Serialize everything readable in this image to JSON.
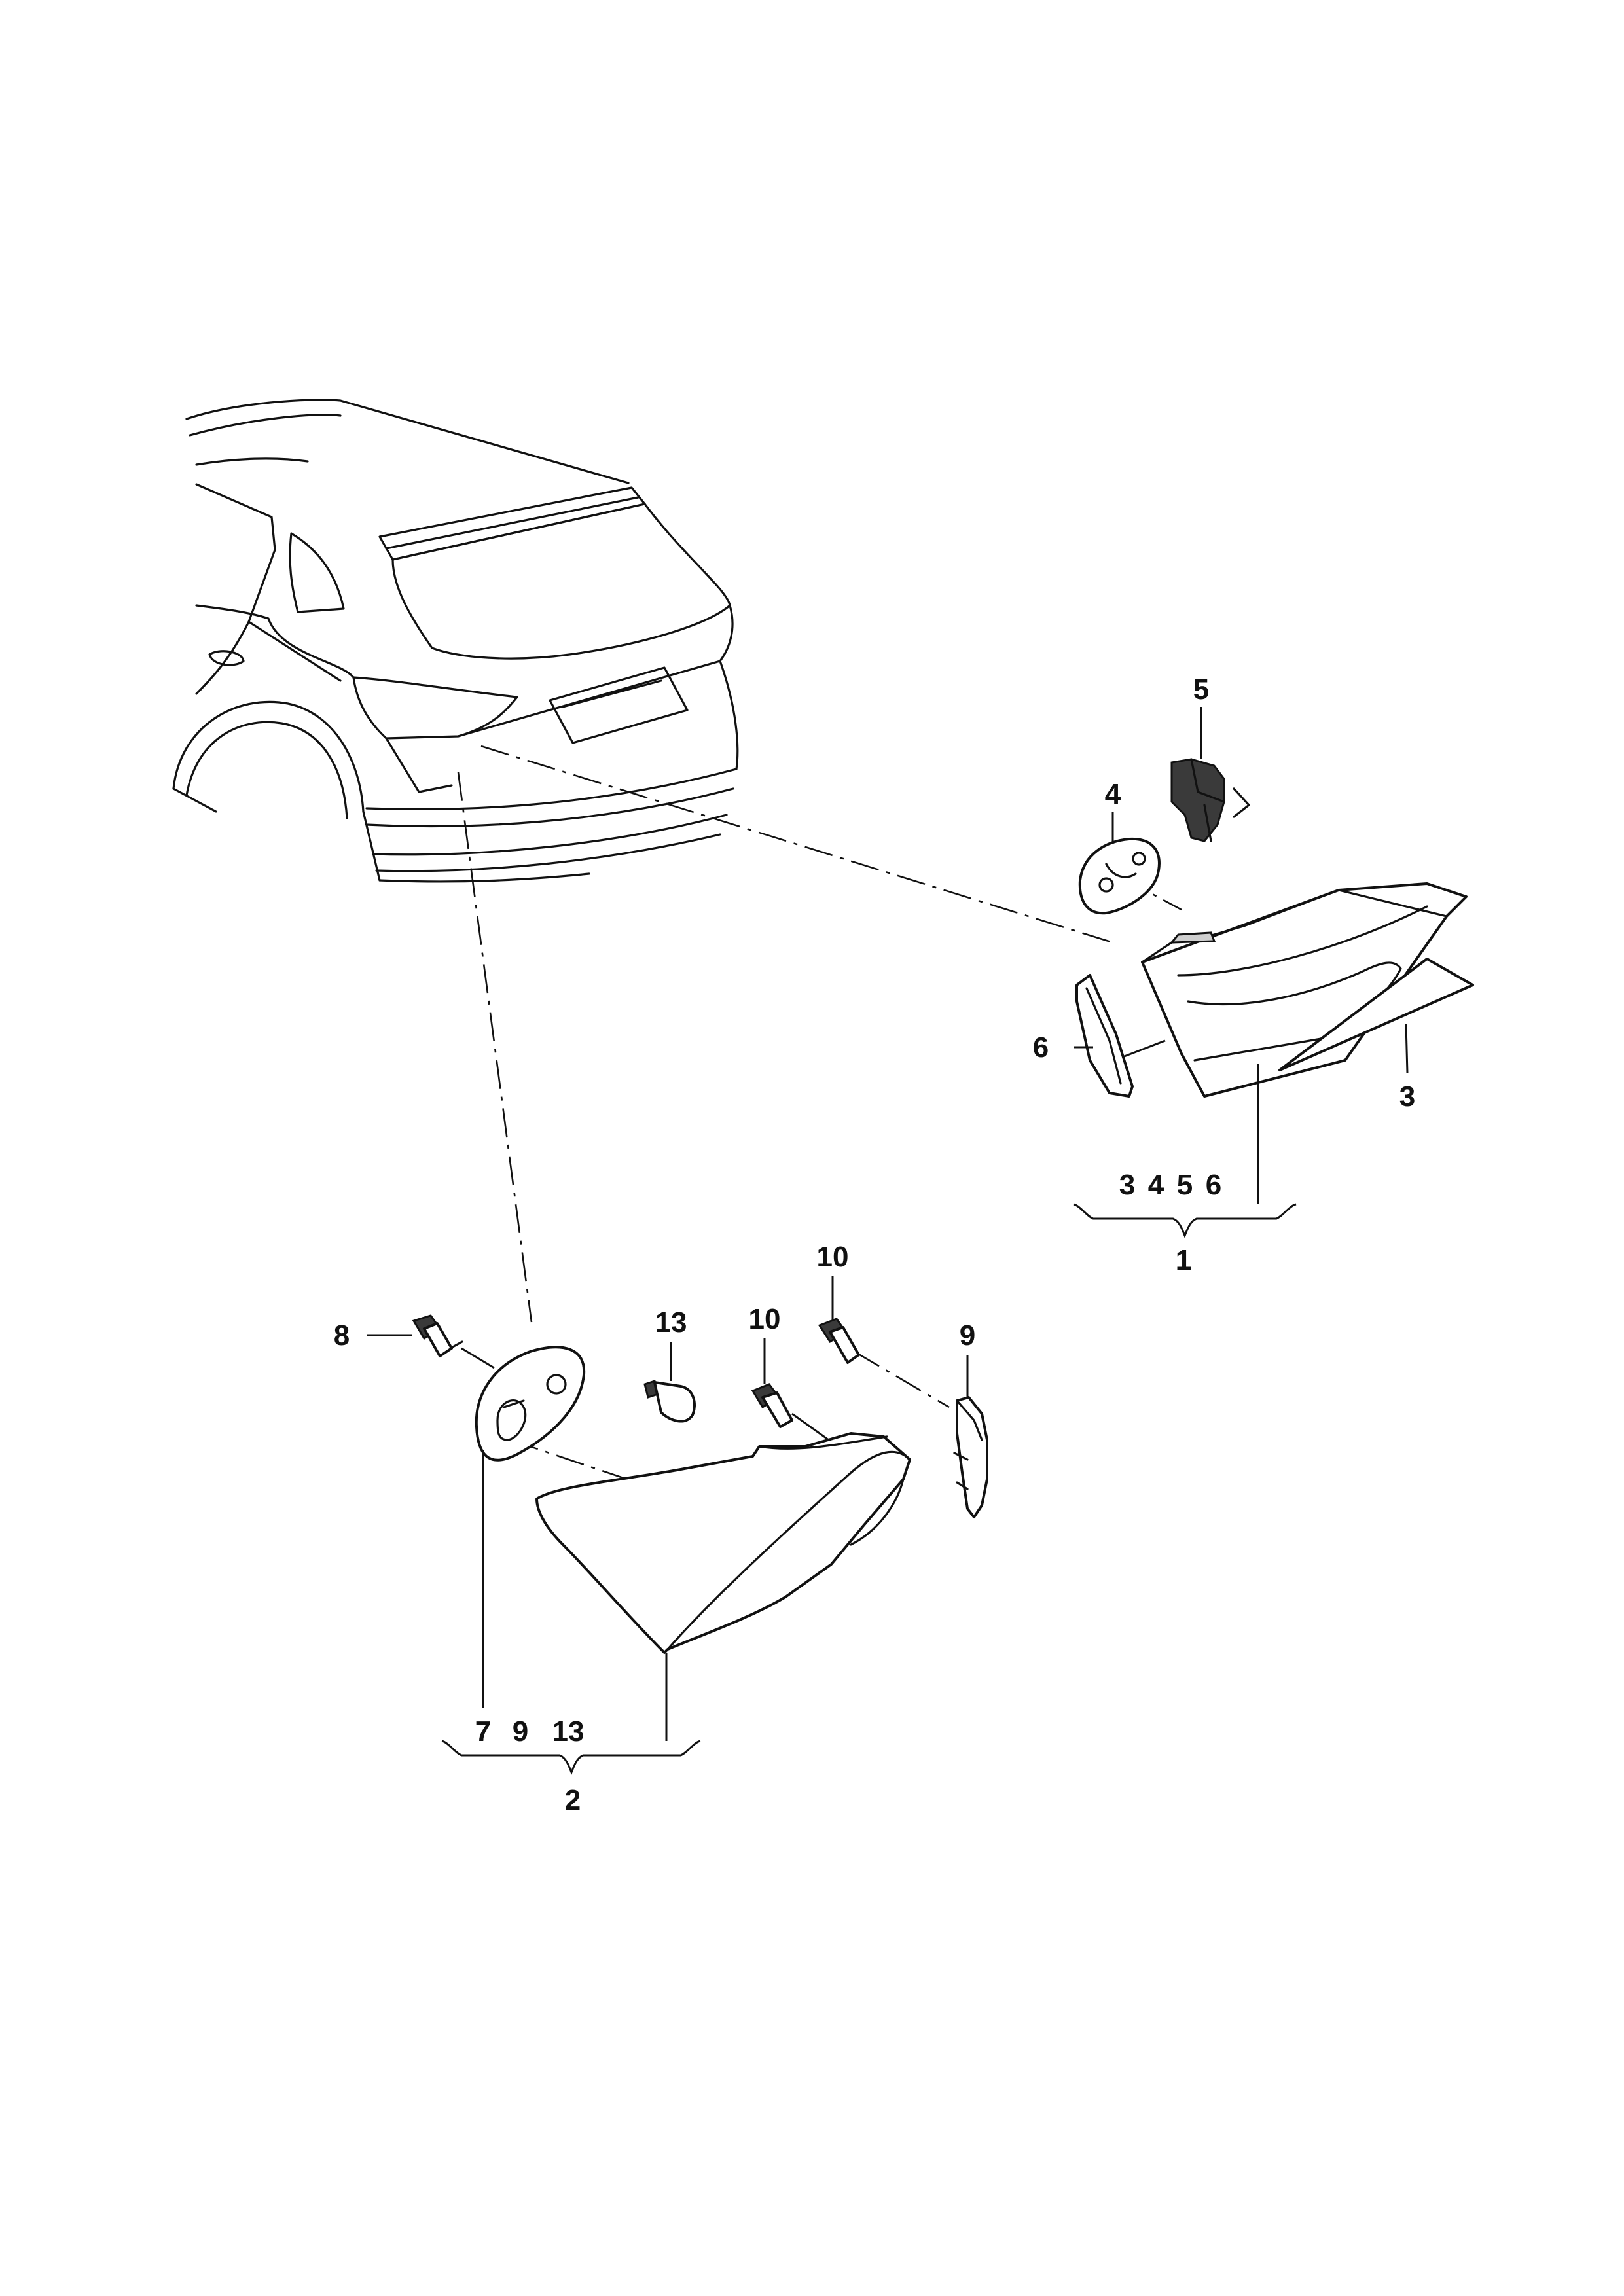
{
  "callouts": {
    "c1": "1",
    "c2": "2",
    "c3": "3",
    "c4": "4",
    "c5": "5",
    "c6": "6",
    "c7": "7",
    "c8": "8",
    "c9a": "9",
    "c9b": "9",
    "c10a": "10",
    "c10b": "10",
    "c13": "13"
  },
  "groups": {
    "g1": {
      "items": [
        "3",
        "4",
        "5",
        "6"
      ],
      "label": "1"
    },
    "g2": {
      "items": [
        "7",
        "9",
        "13"
      ],
      "label": "2"
    }
  },
  "icons": {
    "vehicle": "vehicle-rear-outline-icon",
    "lamp_inner": "tail-lamp-inner-icon",
    "lamp_outer": "tail-lamp-outer-icon",
    "gasket": "gasket-icon",
    "bulb_holder": "bulb-holder-icon",
    "bulb": "bulb-icon",
    "screw": "screw-icon",
    "bracket": "bracket-icon",
    "trim_strip": "trim-strip-icon",
    "reflector": "reflector-icon"
  },
  "colors": {
    "line": "#111111",
    "background": "#ffffff"
  }
}
